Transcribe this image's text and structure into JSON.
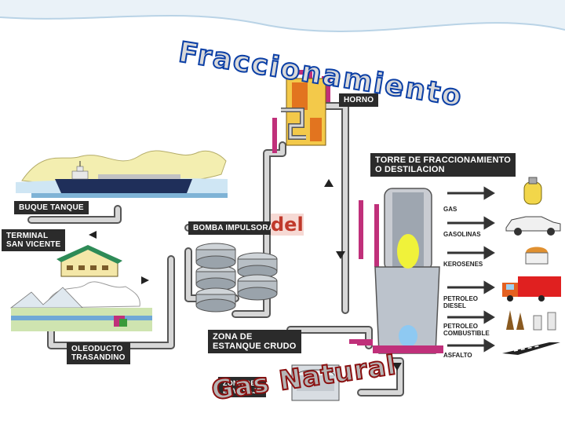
{
  "slide": {
    "title": "Fraccionamiento",
    "connector": "del",
    "subtitle": "Gas Natural",
    "title_color": "#d9d9d9",
    "title_outline": "#0b3fa6",
    "subtitle_color": "#b5b5b5",
    "subtitle_outline": "#8a1010",
    "connector_color": "#c0392b"
  },
  "labels": {
    "horno": "HORNO",
    "torre": "TORRE DE FRACCIONAMIENTO\nO DESTILACION",
    "buque": "BUQUE TANQUE",
    "terminal": "TERMINAL\nSAN VICENTE",
    "bomba": "BOMBA IMPULSORA",
    "zona_crudo": "ZONA DE\nESTANQUE CRUDO",
    "oleoducto": "OLEODUCTO\nTRASANDINO",
    "zona_envasaje": "ZONA DE\nENVASAJE"
  },
  "products": [
    {
      "label": "GAS",
      "icon": "gas-cylinder-icon"
    },
    {
      "label": "GASOLINAS",
      "icon": "car-icon"
    },
    {
      "label": "KEROSENES",
      "icon": "heater-icon"
    },
    {
      "label": "PETROLEO\nDIESEL",
      "icon": "truck-icon"
    },
    {
      "label": "PETROLEO\nCOMBUSTIBLE",
      "icon": "industry-icon"
    },
    {
      "label": "ASFALTO",
      "icon": "road-icon"
    }
  ],
  "colors": {
    "pipe": "#c9c9c9",
    "pipe_edge": "#555555",
    "magenta_pipe": "#c0307a",
    "label_bg": "#2b2b2b"
  }
}
